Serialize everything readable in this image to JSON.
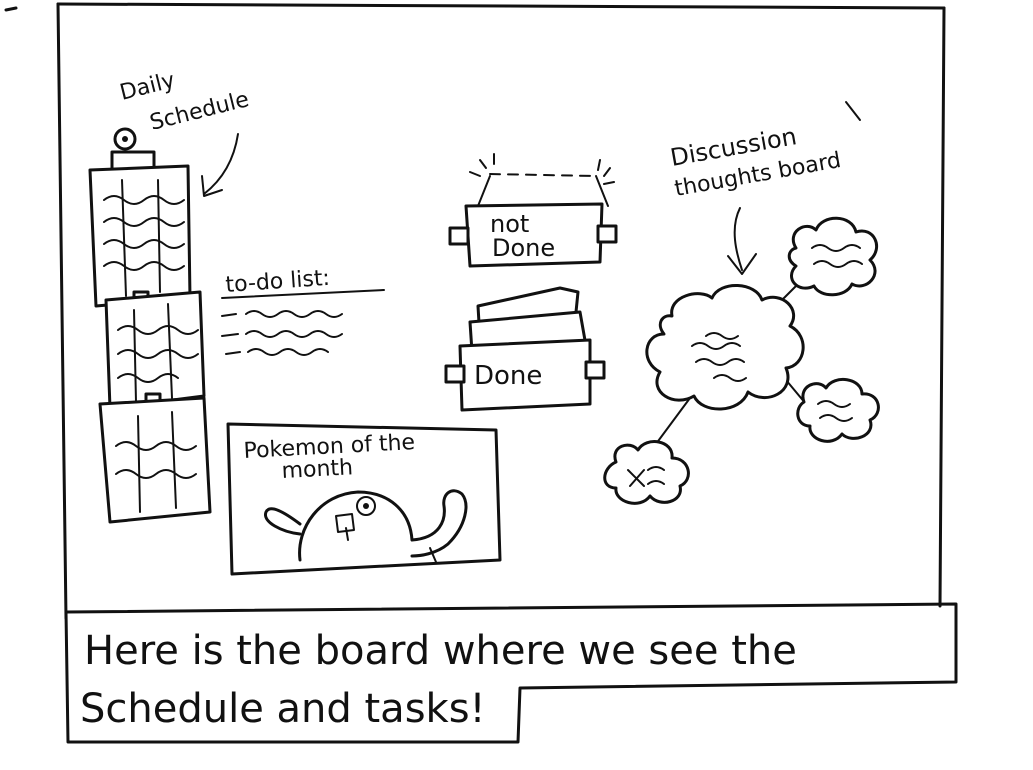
{
  "sketch": {
    "board": {
      "daily_schedule_label_line1": "Daily",
      "daily_schedule_label_line2": "Schedule",
      "todo_label": "to-do list:",
      "not_done_label_line1": "not",
      "not_done_label_line2": "Done",
      "done_label": "Done",
      "discussion_label_line1": "Discussion",
      "discussion_label_line2": "thoughts board",
      "pokemon_label_line1": "Pokemon of the",
      "pokemon_label_line2": "month"
    },
    "caption": {
      "line1": "Here is the board where we see the",
      "line2": "Schedule and tasks!"
    }
  }
}
